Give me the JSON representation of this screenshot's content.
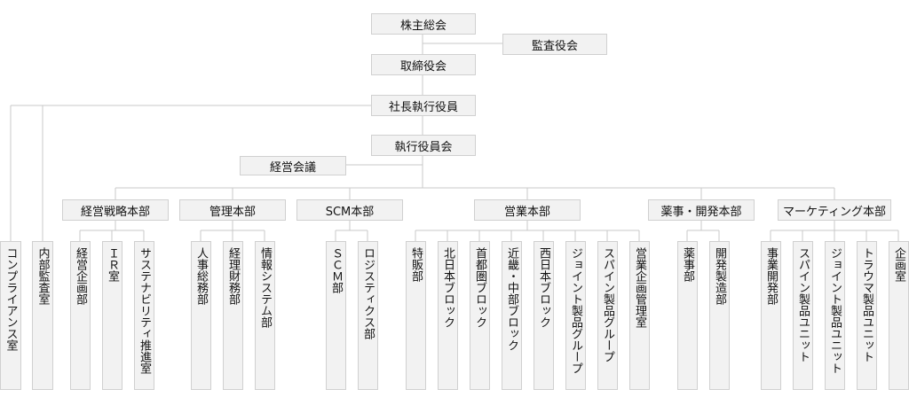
{
  "org": {
    "shareholders_meeting": "株主総会",
    "auditors": "監査役会",
    "board": "取締役会",
    "president": "社長執行役員",
    "exec_committee": "執行役員会",
    "management_council": "経営会議",
    "compliance": "コンプライアンス室",
    "internal_audit": "内部監査室",
    "divisions": [
      {
        "name": "経営戦略本部",
        "departments": [
          "経営企画部",
          "ＩＲ室",
          "サステナビリティ推進室"
        ]
      },
      {
        "name": "管理本部",
        "departments": [
          "人事総務部",
          "経理財務部",
          "情報システム部"
        ]
      },
      {
        "name": "SCM本部",
        "departments": [
          "ＳＣＭ部",
          "ロジスティクス部"
        ]
      },
      {
        "name": "営業本部",
        "departments": [
          "特販部",
          "北日本ブロック",
          "首都圏ブロック",
          "近畿・中部ブロック",
          "西日本ブロック",
          "ジョイント製品グループ",
          "スパイン製品グループ",
          "営業企画管理室"
        ]
      },
      {
        "name": "薬事・開発本部",
        "departments": [
          "薬事部",
          "開発製造部"
        ]
      },
      {
        "name": "マーケティング本部",
        "departments": [
          "事業開発部",
          "スパイン製品ユニット",
          "ジョイント製品ユニット",
          "トラウマ製品ユニット",
          "企画室"
        ]
      }
    ]
  }
}
